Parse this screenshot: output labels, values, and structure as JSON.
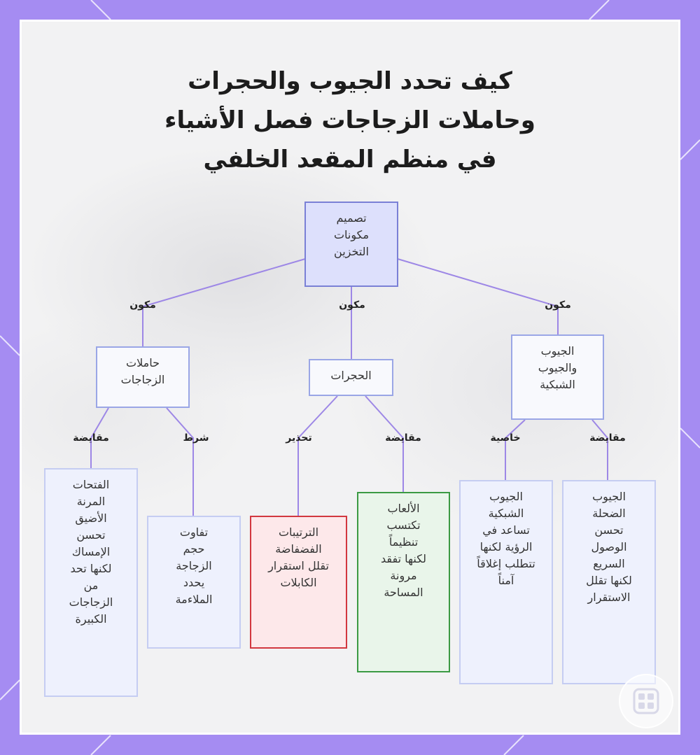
{
  "title_lines": [
    "كيف تحدد الجيوب والحجرات",
    "وحاملات الزجاجات فصل الأشياء",
    "في منظم المقعد الخلفي"
  ],
  "nodes": {
    "root": "تصميم مكونات التخزين",
    "bottle_holders": "حاملات الزجاجات",
    "compartments": "الحجرات",
    "pockets": "الجيوب والجيوب الشبكية",
    "bh_tradeoff": "الفتحات المرنة الأضيق تحسن الإمساك لكنها تحد من الزجاجات الكبيرة",
    "bh_condition": "تفاوت حجم الزجاجة يحدد الملاءمة",
    "comp_warning": "الترتيبات الفضفاضة تقلل استقرار الكابلات",
    "comp_tradeoff": "الألعاب تكتسب تنظيماً لكنها تفقد مرونة المساحة",
    "pockets_feature": "الجيوب الشبكية تساعد في الرؤية لكنها تتطلب إغلاقاً آمناً",
    "pockets_tradeoff": "الجيوب الضحلة تحسن الوصول السريع لكنها تقلل الاستقرار"
  },
  "edge_labels": {
    "component_left": "مكون",
    "component_center": "مكون",
    "component_right": "مكون",
    "tradeoff_bh": "مقايضة",
    "condition_bh": "شرط",
    "warning_comp": "تحذير",
    "tradeoff_comp": "مقايضة",
    "feature_pockets": "خاصية",
    "tradeoff_pockets": "مقايضة"
  },
  "colors": {
    "frame": "#a58cf2",
    "edge": "#9d87e6",
    "root_fill": "#dde0fc",
    "warning_border": "#d2373f",
    "positive_border": "#3b9a43"
  }
}
